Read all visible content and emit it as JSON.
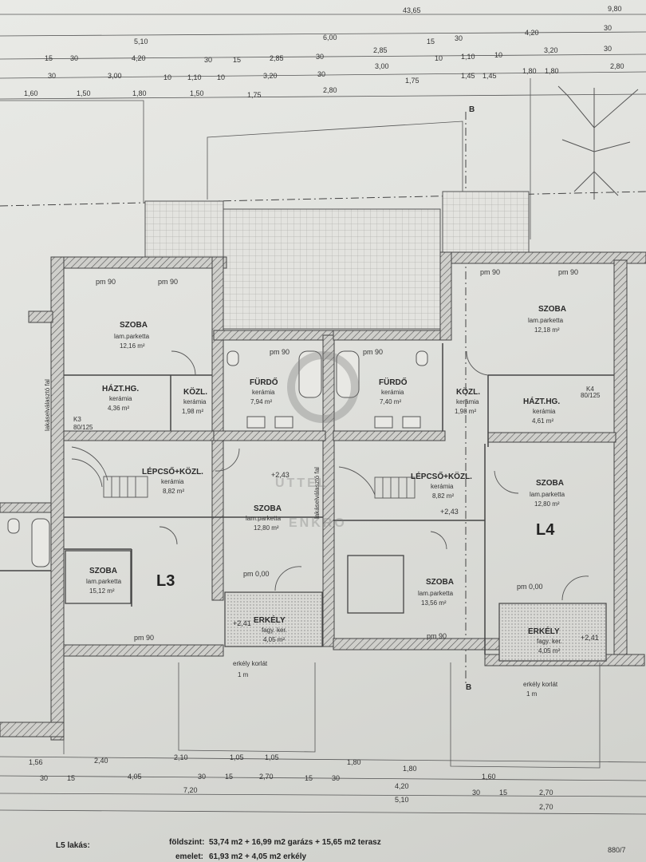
{
  "top_dimensions": [
    {
      "row": 1,
      "items": [
        "43,65",
        "9,80"
      ]
    },
    {
      "row": 2,
      "items": [
        "5,10",
        "6,00",
        "15",
        "30",
        "4,20",
        "30"
      ]
    },
    {
      "row": 3,
      "items": [
        "15",
        "30",
        "4,20",
        "30",
        "15",
        "2,85",
        "30",
        "2,85",
        "10",
        "1,10",
        "10",
        "3,20",
        "30"
      ]
    },
    {
      "row": 4,
      "items": [
        "30",
        "3,00",
        "10",
        "1,10",
        "10",
        "3,20",
        "30",
        "3,00",
        "1,45",
        "1,80",
        "2,80"
      ]
    },
    {
      "row": 5,
      "items": [
        "1,60",
        "1,50",
        "1,80",
        "1,50",
        "1,75",
        "2,80",
        "1,75",
        "1,45",
        "1,80"
      ]
    }
  ],
  "section_marker": "B",
  "rooms": [
    {
      "id": "szoba-l3-top",
      "name": "SZOBA",
      "floor": "lam.parketta",
      "area": "12,16 m²"
    },
    {
      "id": "hazt-l3",
      "name": "HÁZT.HG.",
      "floor": "kerámia",
      "area": "4,36 m²"
    },
    {
      "id": "kozl-l3",
      "name": "KÖZL.",
      "floor": "kerámia",
      "area": "1,98 m²"
    },
    {
      "id": "furdo-1",
      "name": "FÜRDŐ",
      "floor": "kerámia",
      "area": "7,94 m²"
    },
    {
      "id": "furdo-2",
      "name": "FÜRDŐ",
      "floor": "kerámia",
      "area": "7,40 m²"
    },
    {
      "id": "kozl-l4",
      "name": "KÖZL.",
      "floor": "kerámia",
      "area": "1,98 m²"
    },
    {
      "id": "hazt-l4",
      "name": "HÁZT.HG.",
      "floor": "kerámia",
      "area": "4,61 m²"
    },
    {
      "id": "szoba-l4-top",
      "name": "SZOBA",
      "floor": "lam.parketta",
      "area": "12,18 m²"
    },
    {
      "id": "lepcso-l3",
      "name": "LÉPCSŐ+KÖZL.",
      "floor": "kerámia",
      "area": "8,82 m²"
    },
    {
      "id": "lepcso-l4",
      "name": "LÉPCSŐ+KÖZL.",
      "floor": "kerámia",
      "area": "8,82 m²"
    },
    {
      "id": "szoba-mid-l3",
      "name": "SZOBA",
      "floor": "lam.parketta",
      "area": "12,80 m²"
    },
    {
      "id": "szoba-l4-mid",
      "name": "SZOBA",
      "floor": "lam.parketta",
      "area": "12,80 m²"
    },
    {
      "id": "szoba-l3-small",
      "name": "SZOBA",
      "floor": "lam.parketta",
      "area": "15,12 m²"
    },
    {
      "id": "szoba-l4-low",
      "name": "SZOBA",
      "floor": "lam.parketta",
      "area": "13,56 m²"
    },
    {
      "id": "erkely-l3",
      "name": "ERKÉLY",
      "floor": "fagy. ker.",
      "area": "4,05 m²"
    },
    {
      "id": "erkely-l4",
      "name": "ERKÉLY",
      "floor": "fagy. ker.",
      "area": "4,05 m²"
    }
  ],
  "unit_labels": [
    "L3",
    "L4"
  ],
  "door_labels": [
    "pm 90",
    "pm 90",
    "pm 90",
    "pm 90",
    "pm 90",
    "pm 90",
    "pm 0,00",
    "pm 0,00",
    "pm 90",
    "pm 90"
  ],
  "levels": [
    "+2,43",
    "+2,43",
    "+2,41",
    "+2,41"
  ],
  "small_notes": [
    "erkély korlát",
    "1 m",
    "erkély korlát",
    "1 m",
    "lakáselválasztó fal",
    "lakáselválasztó fal",
    "K3",
    "80/125",
    "K4",
    "80/125"
  ],
  "bottom_dimensions": [
    {
      "row": 1,
      "items": [
        "1,56",
        "2,40",
        "2,10",
        "1,05",
        "1,05",
        "1,80",
        "1,80"
      ]
    },
    {
      "row": 2,
      "items": [
        "30",
        "15",
        "4,05",
        "30",
        "15",
        "2,70",
        "15",
        "30",
        "1,60"
      ]
    },
    {
      "row": 3,
      "items": [
        "7,20",
        "4,20",
        "30",
        "15",
        "2,70"
      ]
    },
    {
      "row": 4,
      "items": [
        "5,10",
        "2,70"
      ]
    }
  ],
  "footer": {
    "title": "L5 lakás:",
    "line1_label": "földszint:",
    "line1_value": "53,74 m2 + 16,99 m2 garázs + 15,65 m2 terasz",
    "line2_label": "emelet:",
    "line2_value": "61,93 m2 + 4,05 m2 erkély",
    "sheet_no": "880/7"
  },
  "watermark": [
    "ÜTTEL",
    "ENKRO"
  ]
}
